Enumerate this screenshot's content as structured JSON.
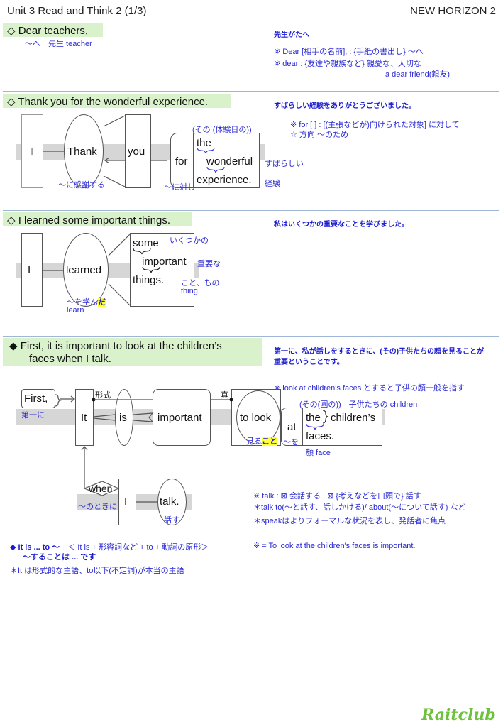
{
  "header": {
    "title": "Unit 3 Read and Think 2 (1/3)",
    "book": "NEW HORIZON 2"
  },
  "sections": [
    {
      "sentence": "◇ Dear teachers,",
      "gloss": "〜へ　先生 teacher",
      "translation": "先生がたへ",
      "notes": [
        "※ Dear [相手の名前], : {手紙の書出し} 〜へ",
        "※ dear : {友達や親族など} 親愛な、大切な",
        "a dear friend(親友)"
      ]
    },
    {
      "sentence": "◇ Thank you for the wonderful experience.",
      "translation": "すばらしい経験をありがとうございました。",
      "notes": [
        "※ for [ ] : [(主張などが)向けられた対象] に対して",
        "☆ 方向 〜のため"
      ],
      "diagram": {
        "subject": "I",
        "verb": "Thank",
        "object": "you",
        "prep": "for",
        "np": [
          "the",
          "wonderful",
          "experience."
        ],
        "gloss_the": "(その (体験日の))",
        "gloss_verb": "〜に感謝する",
        "gloss_prep": "〜に対し",
        "gloss_wonderful": "すばらしい",
        "gloss_experience": "経験"
      }
    },
    {
      "sentence": "◇ I learned some important things.",
      "translation": "私はいくつかの重要なことを学びました。",
      "diagram": {
        "subject": "I",
        "verb": "learned",
        "np": [
          "some",
          "important",
          "things."
        ],
        "gloss_some": "いくつかの",
        "gloss_important": "重要な",
        "gloss_things": "こと、もの",
        "gloss_things2": "thing",
        "gloss_verb_a": "〜を学ん",
        "gloss_verb_hl": "だ",
        "gloss_verb_b": "learn"
      }
    },
    {
      "sentence_l1": "◆ First, it is important to look at the children’s",
      "sentence_l2": "faces when I talk.",
      "translation_l1": "第一に、私が話しをするときに、(その)子供たちの顔を見ることが",
      "translation_l2": "重要ということです。",
      "note_look": "※ look at children's faces とすると子供の顔一般を指す",
      "diagram": {
        "first": "First,",
        "first_gloss": "第一に",
        "it": "It",
        "formal": "形式",
        "is": "is",
        "important": "important",
        "true": "真",
        "tolook": "to look",
        "tolook_gloss_a": "見る",
        "tolook_gloss_hl": "こと",
        "at": "at",
        "at_gloss": "〜を",
        "the": "the",
        "childrens": "children’s",
        "faces": "faces.",
        "gloss_children": "(その(園の))　子供たちの children",
        "gloss_faces": "顔 face",
        "when": "when",
        "when_gloss": "〜のときに",
        "I": "I",
        "talk": "talk.",
        "talk_gloss": "話す"
      },
      "talk_notes": [
        "※ talk : ⊠ 会話する ; ⊠ {考えなどを口頭で} 話す",
        "＊talk to(〜と話す、話しかける)/ about(〜について話す) など",
        "＊speakはよりフォーマルな状況を表し、発話者に焦点"
      ],
      "grammar": {
        "title": "◆ It is ... to 〜",
        "pattern": "＜ It is + 形容詞など + to + 動詞の原形＞",
        "meaning": "〜することは ... です",
        "note": "＊It は形式的な主語、to以下(不定詞)が本当の主語",
        "equiv": "※ = To look at the children's faces is important."
      }
    }
  ],
  "footer": {
    "logo": "Raitclub"
  }
}
